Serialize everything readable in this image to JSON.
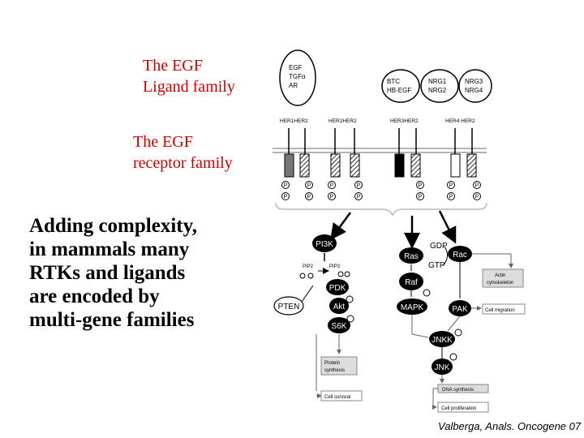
{
  "slide": {
    "ligand_title_line1": "The EGF",
    "ligand_title_line2": "Ligand family",
    "receptor_title_line1": "The EGF",
    "receptor_title_line2": "receptor family",
    "body_line1": "Adding complexity,",
    "body_line2": "in mammals many",
    "body_line3": "RTKs and ligands",
    "body_line4": "are encoded by",
    "body_line5": "multi-gene families",
    "citation": "Valberga, Anals. Oncogene 07",
    "title_color": "#cc0000"
  },
  "ligands": {
    "group1": [
      "EGF",
      "TGFα",
      "AR"
    ],
    "group2": [
      "BTC",
      "HB-EGF"
    ],
    "group3": [
      "NRG1",
      "NRG2"
    ],
    "group4": [
      "NRG3",
      "NRG4"
    ]
  },
  "receptors": {
    "pair1": "HER1HER2",
    "pair2": "HER2HER2",
    "pair3": "HER3HER2",
    "pair4": "HER4 HER2",
    "phospho": "P"
  },
  "pathway": {
    "pi3k": "PI3K",
    "pip2": "PIP2",
    "pip3": "PIP3",
    "pdk": "PDK",
    "akt": "Akt",
    "s6k": "S6K",
    "pten": "PTEN",
    "ras": "Ras",
    "gdp": "GDP",
    "gtp": "GTP",
    "raf": "Raf",
    "mapk": "MAPK",
    "rac": "Rac",
    "pak": "PAK",
    "jnkk": "JNKK",
    "jnk": "JNK",
    "actin_line1": "Actin",
    "actin_line2": "cytoskeleton",
    "cell_migration": "Cell migration",
    "protein_line1": "Protein",
    "protein_line2": "synthesis",
    "cell_survival": "Cell survival",
    "dna_synthesis": "DNA synthesis",
    "cell_proliferation": "Cell proliferation"
  }
}
